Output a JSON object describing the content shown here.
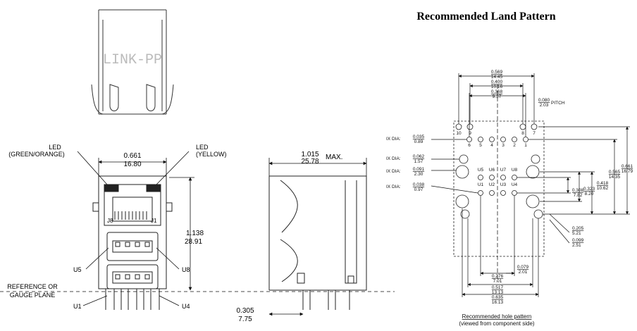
{
  "title": "Recommended Land Pattern",
  "watermark": "LINK-PP",
  "front_view": {
    "led_left": [
      "LED",
      "(GREEN/ORANGE)"
    ],
    "led_right": [
      "LED",
      "(YELLOW)"
    ],
    "width_in": "0.661",
    "width_mm": "16.80",
    "height_in": "1.138",
    "height_mm": "28.91",
    "label_u5": "U5",
    "label_u8": "U8",
    "label_u1": "U1",
    "label_u4": "U4",
    "label_j8": "J8",
    "label_j1": "J1",
    "reference": [
      "REFERENCE OR",
      "GAUGE PLANE"
    ]
  },
  "side_view": {
    "length_in": "1.015",
    "length_mm": "25.78",
    "length_suffix": "MAX.",
    "offset_in": "0.305",
    "offset_mm": "7.75"
  },
  "land_pattern": {
    "dims_top": [
      {
        "in": "0.569",
        "mm": "14.45"
      },
      {
        "in": "0.400",
        "mm": "10.16"
      },
      {
        "in": "0.368",
        "mm": "9.37"
      }
    ],
    "pitch": {
      "in": "0.080",
      "mm": "2.03",
      "suffix": "PITCH"
    },
    "hole_dias": [
      {
        "prefix": "IX DIA:",
        "in": "0.035",
        "mm": "0.89"
      },
      {
        "prefix": "IX DIA:",
        "in": "0.062",
        "mm": "1.57"
      },
      {
        "prefix": "IX DIA:",
        "in": "0.091",
        "mm": "2.30"
      },
      {
        "prefix": "IX DIA:",
        "in": "0.038",
        "mm": "0.97"
      }
    ],
    "row1_pins": [
      "10",
      "9",
      "8",
      "7"
    ],
    "row2_pins": [
      "6",
      "5",
      "4",
      "3",
      "2",
      "1"
    ],
    "usb_upper": [
      "U5",
      "U6",
      "U7",
      "U8"
    ],
    "usb_lower": [
      "U1",
      "U2",
      "U3",
      "U4"
    ],
    "dims_right": [
      {
        "in": "0.661",
        "mm": "16.79"
      },
      {
        "in": "0.565",
        "mm": "14.35"
      },
      {
        "in": "0.418",
        "mm": "10.62"
      },
      {
        "in": "0.323",
        "mm": "8.20"
      },
      {
        "in": "0.308",
        "mm": "7.82"
      }
    ],
    "dims_small_right": [
      {
        "in": "0.205",
        "mm": "5.21"
      },
      {
        "in": "0.099",
        "mm": "2.51"
      }
    ],
    "dims_bottom": [
      {
        "in": "0.276",
        "mm": "7.01"
      },
      {
        "in": "0.079",
        "mm": "2.01"
      },
      {
        "in": "0.517",
        "mm": "13.13"
      },
      {
        "in": "0.635",
        "mm": "16.13"
      }
    ],
    "caption": [
      "Recommended hole pattern",
      "(viewed from component side)"
    ]
  }
}
